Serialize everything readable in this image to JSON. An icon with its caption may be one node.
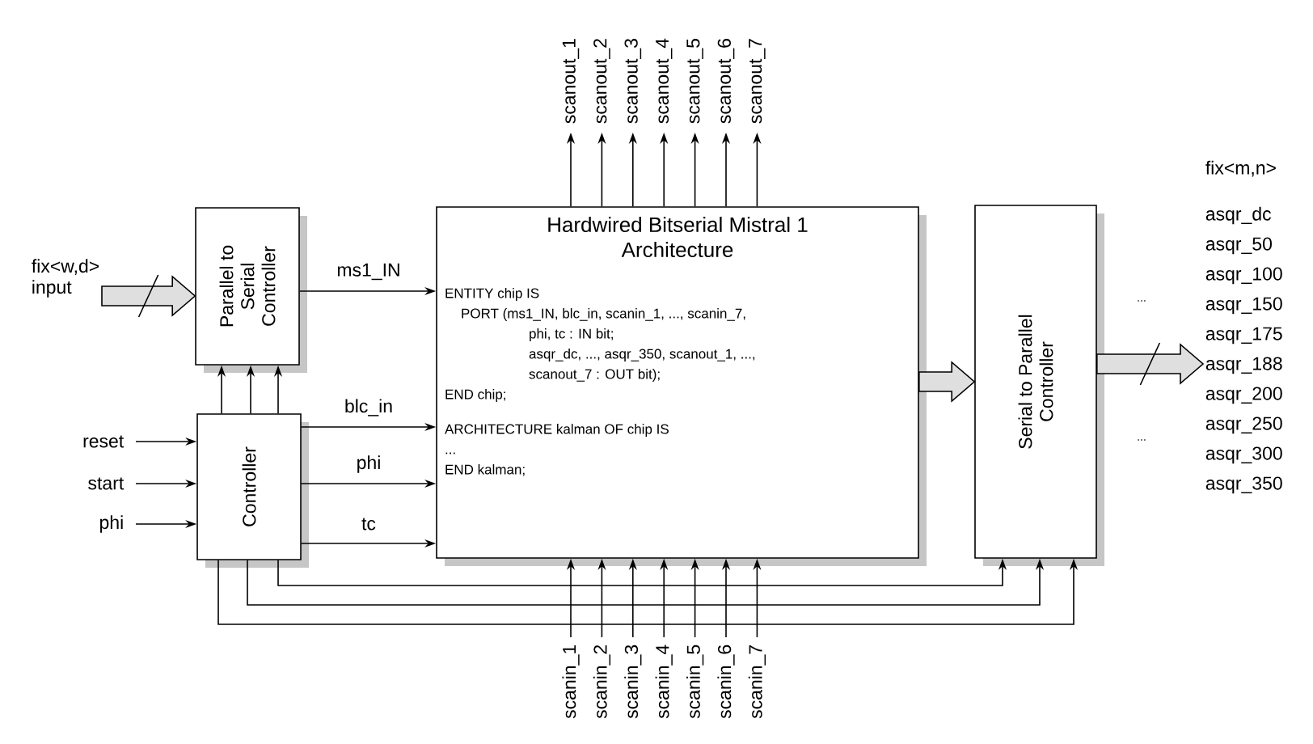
{
  "diagram": {
    "nodes": [
      {
        "text": [
          "Parallel to Serial Controller"
        ]
      },
      {
        "text": [
          "Controller"
        ]
      },
      {
        "text": [
          "Hardwired Bitserial Mistral 1 Architecture",
          "ENTITY chip IS",
          "PORT (ms1_IN, blc_in, scanin_1, ..., scanin_7,",
          "phi, tc : IN bit;",
          "asqr_dc, ..., asqr_350, scanout_1, ...,",
          "scanout_7 : OUT bit);",
          "END chip;",
          "ARCHITECTURE kalman OF chip IS",
          "...",
          "END kalman;"
        ]
      },
      {
        "text": [
          "Serial to Parallel Controller"
        ]
      },
      {
        "text": [
          "fix<w,d>",
          "input"
        ]
      },
      {
        "text": [
          "reset"
        ]
      },
      {
        "text": [
          "start"
        ]
      },
      {
        "text": [
          "phi"
        ]
      },
      {
        "text": [
          "scanout_1"
        ]
      },
      {
        "text": [
          "scanout_2"
        ]
      },
      {
        "text": [
          "scanout_3"
        ]
      },
      {
        "text": [
          "scanout_4"
        ]
      },
      {
        "text": [
          "scanout_5"
        ]
      },
      {
        "text": [
          "scanout_6"
        ]
      },
      {
        "text": [
          "scanout_7"
        ]
      },
      {
        "text": [
          "scanin_1"
        ]
      },
      {
        "text": [
          "scanin_2"
        ]
      },
      {
        "text": [
          "scanin_3"
        ]
      },
      {
        "text": [
          "scanin_4"
        ]
      },
      {
        "text": [
          "scanin_5"
        ]
      },
      {
        "text": [
          "scanin_6"
        ]
      },
      {
        "text": [
          "scanin_7"
        ]
      },
      {
        "text": [
          "fix<m,n>",
          "asqr_dc",
          "asqr_50",
          "asqr_100",
          "asqr_150",
          "asqr_175",
          "asqr_188",
          "asqr_200",
          "asqr_250",
          "asqr_300",
          "asqr_350"
        ]
      }
    ],
    "edges": [
      {
        "from": 4,
        "to": 0,
        "arrow": "to",
        "style": "thick"
      },
      {
        "from": 0,
        "to": 2,
        "arrow": "to",
        "label": "ms1_IN"
      },
      {
        "from": 1,
        "to": 0,
        "arrow": "to"
      },
      {
        "from": 1,
        "to": 0,
        "arrow": "to"
      },
      {
        "from": 1,
        "to": 0,
        "arrow": "to"
      },
      {
        "from": 1,
        "to": 2,
        "arrow": "to",
        "label": "blc_in"
      },
      {
        "from": 1,
        "to": 2,
        "arrow": "to",
        "label": "phi"
      },
      {
        "from": 1,
        "to": 2,
        "arrow": "to",
        "label": "tc"
      },
      {
        "from": 5,
        "to": 1,
        "arrow": "to"
      },
      {
        "from": 6,
        "to": 1,
        "arrow": "to"
      },
      {
        "from": 7,
        "to": 1,
        "arrow": "to"
      },
      {
        "from": 2,
        "to": 8,
        "arrow": "to"
      },
      {
        "from": 2,
        "to": 9,
        "arrow": "to"
      },
      {
        "from": 2,
        "to": 10,
        "arrow": "to"
      },
      {
        "from": 2,
        "to": 11,
        "arrow": "to"
      },
      {
        "from": 2,
        "to": 12,
        "arrow": "to"
      },
      {
        "from": 2,
        "to": 13,
        "arrow": "to"
      },
      {
        "from": 2,
        "to": 14,
        "arrow": "to"
      },
      {
        "from": 15,
        "to": 2,
        "arrow": "to"
      },
      {
        "from": 16,
        "to": 2,
        "arrow": "to"
      },
      {
        "from": 17,
        "to": 2,
        "arrow": "to"
      },
      {
        "from": 18,
        "to": 2,
        "arrow": "to"
      },
      {
        "from": 19,
        "to": 2,
        "arrow": "to"
      },
      {
        "from": 20,
        "to": 2,
        "arrow": "to"
      },
      {
        "from": 21,
        "to": 2,
        "arrow": "to"
      },
      {
        "from": 2,
        "to": 3,
        "arrow": "to",
        "style": "thick"
      },
      {
        "from": 3,
        "to": 22,
        "arrow": "to",
        "style": "thick"
      },
      {
        "from": 1,
        "to": 3,
        "arrow": "to"
      },
      {
        "from": 1,
        "to": 3,
        "arrow": "to"
      },
      {
        "from": 1,
        "to": 3,
        "arrow": "to"
      }
    ],
    "labels": [
      "...",
      "..."
    ]
  }
}
